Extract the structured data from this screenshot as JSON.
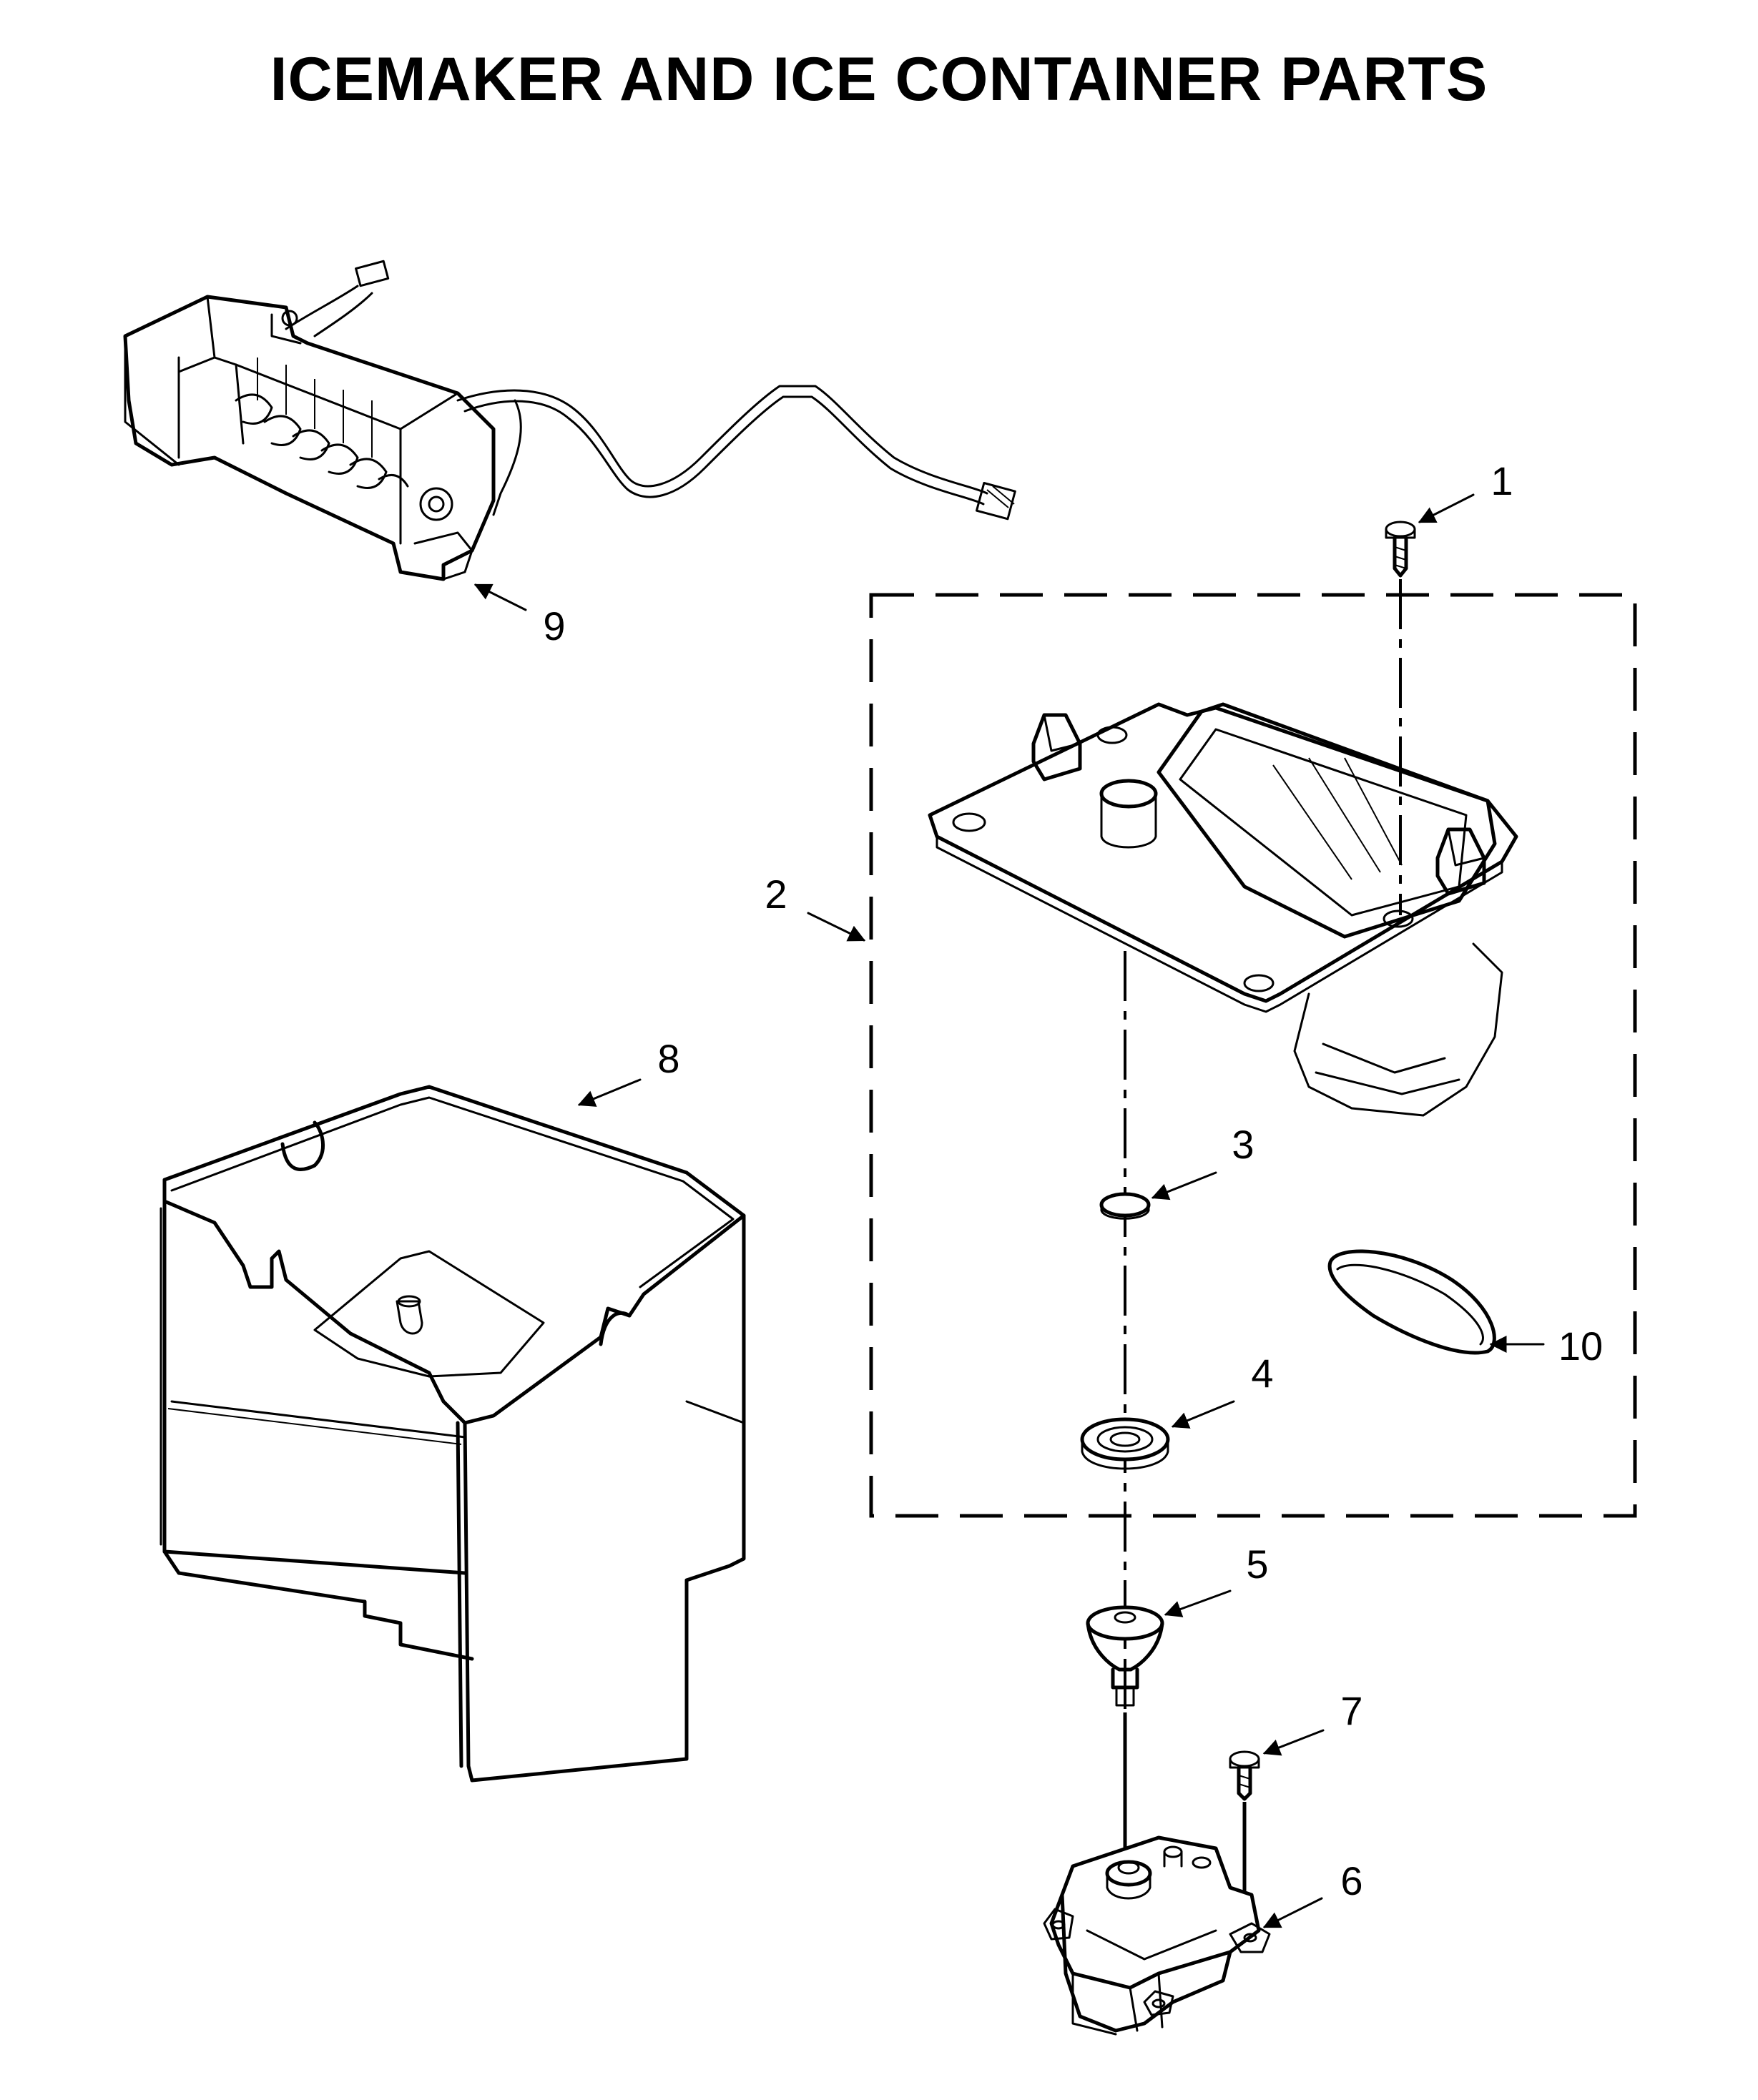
{
  "title": "ICEMAKER AND ICE CONTAINER PARTS",
  "callouts": {
    "c1": "1",
    "c2": "2",
    "c3": "3",
    "c4": "4",
    "c5": "5",
    "c6": "6",
    "c7": "7",
    "c8": "8",
    "c9": "9",
    "c10": "10"
  }
}
